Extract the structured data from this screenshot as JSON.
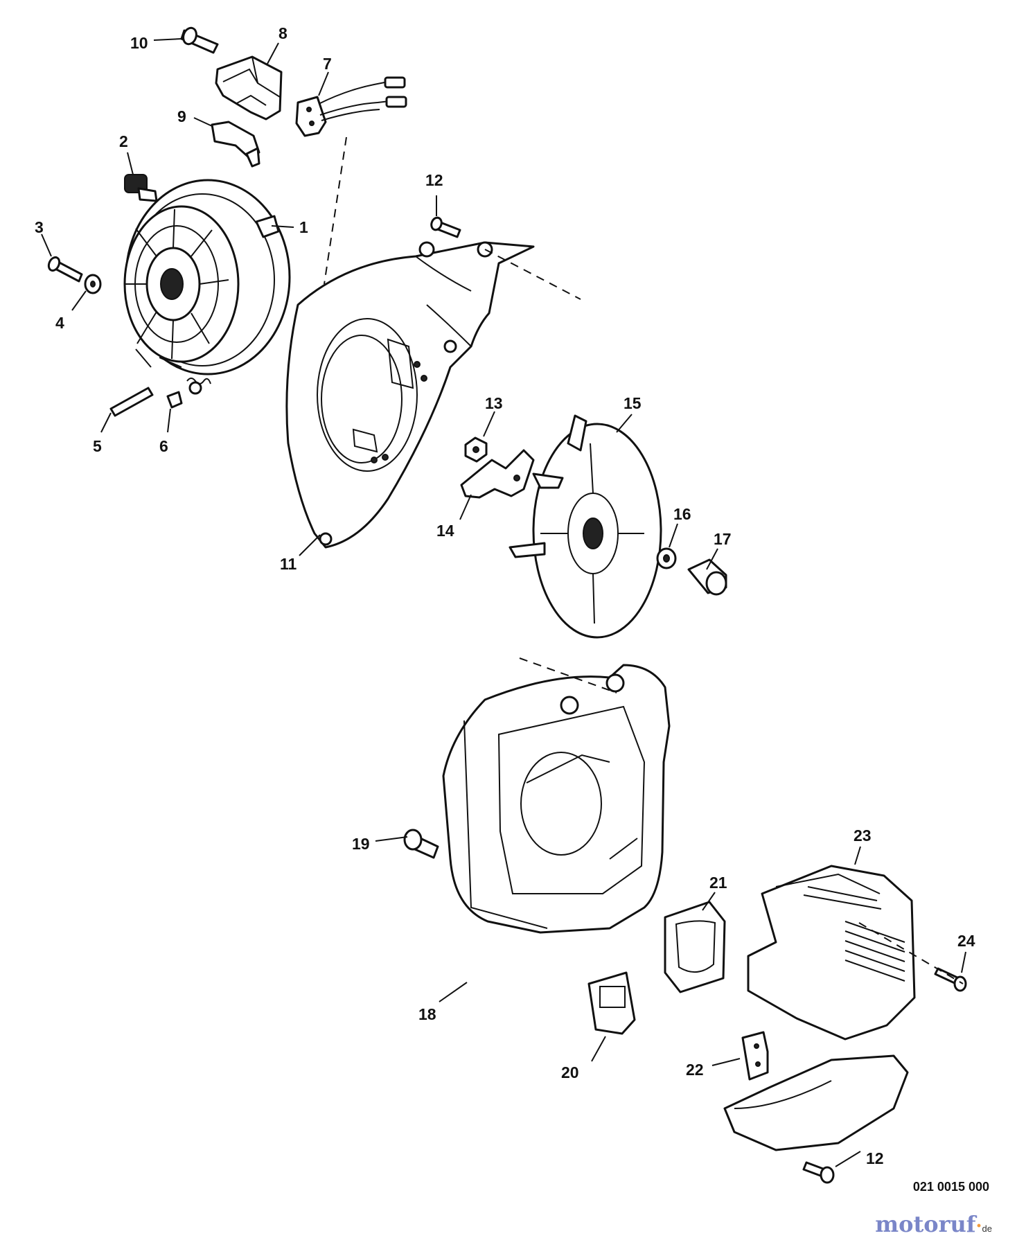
{
  "callouts": [
    {
      "n": "1"
    },
    {
      "n": "2"
    },
    {
      "n": "3"
    },
    {
      "n": "4"
    },
    {
      "n": "5"
    },
    {
      "n": "6"
    },
    {
      "n": "7"
    },
    {
      "n": "8"
    },
    {
      "n": "9"
    },
    {
      "n": "10"
    },
    {
      "n": "11"
    },
    {
      "n": "12"
    },
    {
      "n": "13"
    },
    {
      "n": "14"
    },
    {
      "n": "15"
    },
    {
      "n": "16"
    },
    {
      "n": "17"
    },
    {
      "n": "18"
    },
    {
      "n": "19"
    },
    {
      "n": "20"
    },
    {
      "n": "21"
    },
    {
      "n": "22"
    },
    {
      "n": "23"
    },
    {
      "n": "24"
    },
    {
      "n": "12"
    }
  ],
  "drawing_code": "021 0015 000",
  "watermark": {
    "main": "motoruf",
    "dot": "·",
    "tld": "de"
  }
}
